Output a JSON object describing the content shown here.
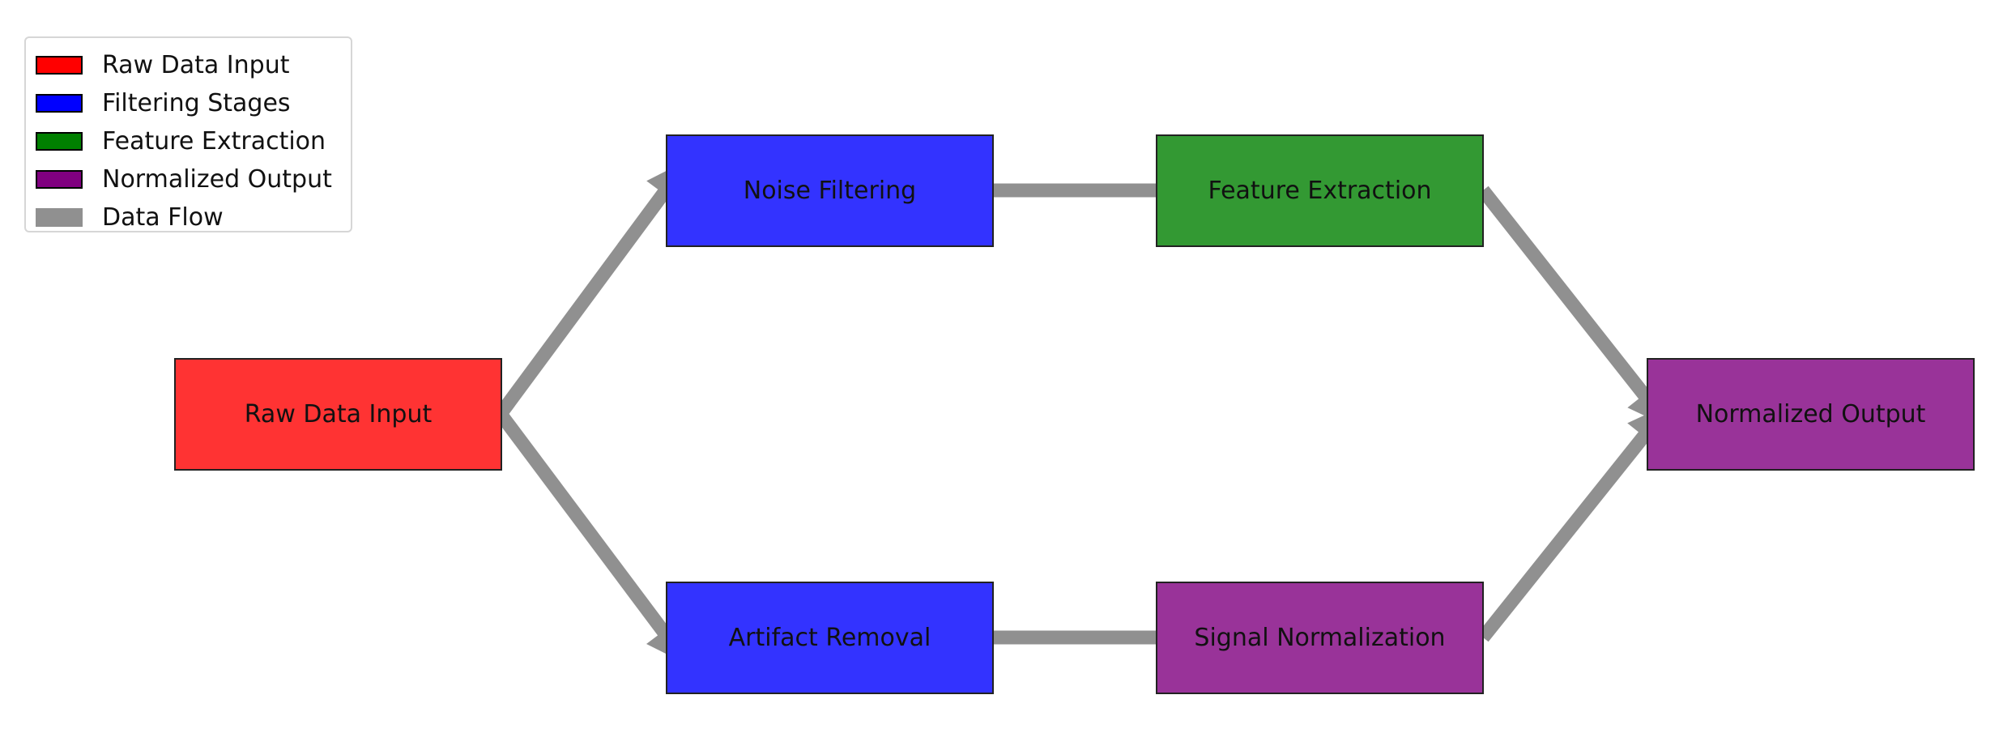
{
  "colors": {
    "raw": "#ff3333",
    "filter": "#3333ff",
    "feature": "#339933",
    "normalized": "#993399",
    "flow": "#909090",
    "legend_raw": "#ff0000",
    "legend_filter": "#0000ff",
    "legend_feature": "#008000",
    "legend_normalized": "#800080"
  },
  "legend": {
    "items": [
      {
        "label": "Raw Data Input",
        "color": "#ff0000"
      },
      {
        "label": "Filtering Stages",
        "color": "#0000ff"
      },
      {
        "label": "Feature Extraction",
        "color": "#008000"
      },
      {
        "label": "Normalized Output",
        "color": "#800080"
      },
      {
        "label": "Data Flow",
        "color": "#909090"
      }
    ]
  },
  "nodes": {
    "raw": {
      "label": "Raw Data Input",
      "category": "raw"
    },
    "noise": {
      "label": "Noise Filtering",
      "category": "filter"
    },
    "artifact": {
      "label": "Artifact Removal",
      "category": "filter"
    },
    "feature": {
      "label": "Feature Extraction",
      "category": "feature"
    },
    "signal": {
      "label": "Signal Normalization",
      "category": "normalized"
    },
    "output": {
      "label": "Normalized Output",
      "category": "normalized"
    }
  },
  "edges": [
    {
      "from": "raw",
      "to": "noise"
    },
    {
      "from": "raw",
      "to": "artifact"
    },
    {
      "from": "noise",
      "to": "feature"
    },
    {
      "from": "artifact",
      "to": "signal"
    },
    {
      "from": "feature",
      "to": "output"
    },
    {
      "from": "signal",
      "to": "output"
    }
  ]
}
